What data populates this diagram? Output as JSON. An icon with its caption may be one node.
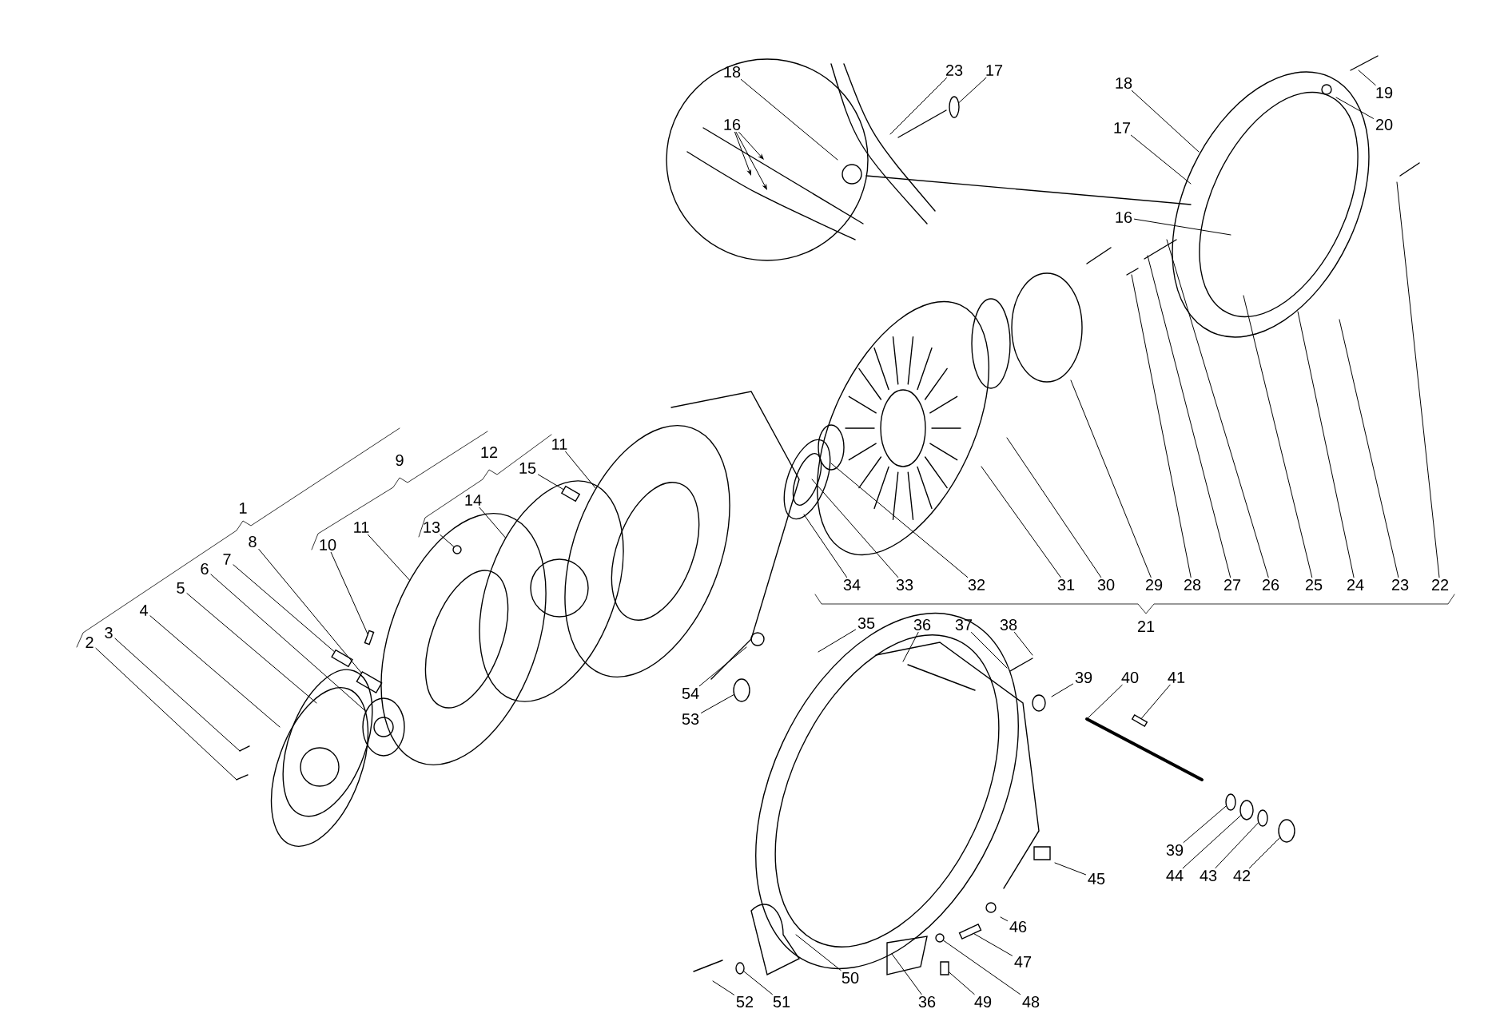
{
  "diagram": {
    "nodes": [
      {
        "text": [
          "18"
        ]
      },
      {
        "text": [
          "23"
        ]
      },
      {
        "text": [
          "17"
        ]
      },
      {
        "text": [
          "18"
        ]
      },
      {
        "text": [
          "19"
        ]
      },
      {
        "text": [
          "16"
        ]
      },
      {
        "text": [
          "20"
        ]
      },
      {
        "text": [
          "17"
        ]
      },
      {
        "text": [
          "16"
        ]
      },
      {
        "text": [
          "11"
        ]
      },
      {
        "text": [
          "15"
        ]
      },
      {
        "text": [
          "14"
        ]
      },
      {
        "text": [
          "11"
        ]
      },
      {
        "text": [
          "13"
        ]
      },
      {
        "text": [
          "8"
        ]
      },
      {
        "text": [
          "10"
        ]
      },
      {
        "text": [
          "7"
        ]
      },
      {
        "text": [
          "6"
        ]
      },
      {
        "text": [
          "5"
        ]
      },
      {
        "text": [
          "4"
        ]
      },
      {
        "text": [
          "3"
        ]
      },
      {
        "text": [
          "2"
        ]
      },
      {
        "text": [
          "34"
        ]
      },
      {
        "text": [
          "33"
        ]
      },
      {
        "text": [
          "32"
        ]
      },
      {
        "text": [
          "31"
        ]
      },
      {
        "text": [
          "30"
        ]
      },
      {
        "text": [
          "29"
        ]
      },
      {
        "text": [
          "28"
        ]
      },
      {
        "text": [
          "27"
        ]
      },
      {
        "text": [
          "26"
        ]
      },
      {
        "text": [
          "25"
        ]
      },
      {
        "text": [
          "24"
        ]
      },
      {
        "text": [
          "23"
        ]
      },
      {
        "text": [
          "22"
        ]
      },
      {
        "text": [
          "35"
        ]
      },
      {
        "text": [
          "36"
        ]
      },
      {
        "text": [
          "37"
        ]
      },
      {
        "text": [
          "38"
        ]
      },
      {
        "text": [
          "39"
        ]
      },
      {
        "text": [
          "40"
        ]
      },
      {
        "text": [
          "41"
        ]
      },
      {
        "text": [
          "54"
        ]
      },
      {
        "text": [
          "53"
        ]
      },
      {
        "text": [
          "39"
        ]
      },
      {
        "text": [
          "45"
        ]
      },
      {
        "text": [
          "44"
        ]
      },
      {
        "text": [
          "43"
        ]
      },
      {
        "text": [
          "42"
        ]
      },
      {
        "text": [
          "46"
        ]
      },
      {
        "text": [
          "47"
        ]
      },
      {
        "text": [
          "50"
        ]
      },
      {
        "text": [
          "36"
        ]
      },
      {
        "text": [
          "49"
        ]
      },
      {
        "text": [
          "48"
        ]
      },
      {
        "text": [
          "52"
        ]
      },
      {
        "text": [
          "51"
        ]
      },
      {
        "text": [],
        "shape": "circle"
      },
      {
        "text": [],
        "shape": "bar"
      },
      {
        "text": [],
        "shape": "circle"
      },
      {
        "text": [],
        "shape": "circle"
      },
      {
        "text": [],
        "shape": "circle"
      },
      {
        "text": [],
        "shape": "circle"
      },
      {
        "text": [],
        "shape": "circle"
      },
      {
        "text": [],
        "shape": "bar"
      },
      {
        "text": [],
        "shape": "bar"
      },
      {
        "text": [],
        "shape": "circle"
      },
      {
        "text": [],
        "shape": "bar"
      },
      {
        "text": [],
        "shape": "circle",
        "in": 71
      },
      {
        "text": [],
        "shape": "bar"
      },
      {
        "text": [],
        "shape": "circle"
      },
      {
        "text": [],
        "shape": "circle"
      },
      {
        "text": [],
        "shape": "circle"
      },
      {
        "text": [],
        "shape": "circle"
      },
      {
        "text": [],
        "shape": "bar"
      },
      {
        "text": [],
        "shape": "circle"
      },
      {
        "text": [],
        "shape": "bar",
        "in": 73
      }
    ],
    "edges": [
      {
        "from": 0,
        "to": null,
        "arrow": "none"
      },
      {
        "from": 1,
        "to": null,
        "arrow": "none"
      },
      {
        "from": 2,
        "to": 57,
        "arrow": "none"
      },
      {
        "from": 3,
        "to": null,
        "arrow": "none"
      },
      {
        "from": 4,
        "to": null,
        "arrow": "none"
      },
      {
        "from": 5,
        "to": null,
        "arrow": "to"
      },
      {
        "from": 5,
        "to": null,
        "arrow": "to"
      },
      {
        "from": 5,
        "to": null,
        "arrow": "to"
      },
      {
        "from": 6,
        "to": null,
        "arrow": "none"
      },
      {
        "from": 7,
        "to": null,
        "arrow": "none"
      },
      {
        "from": 8,
        "to": null,
        "arrow": "none"
      },
      {
        "from": 9,
        "to": 75,
        "arrow": "none"
      },
      {
        "from": 10,
        "to": 76,
        "arrow": "none"
      },
      {
        "from": 11,
        "to": 73,
        "arrow": "none"
      },
      {
        "from": 12,
        "to": 71,
        "arrow": "none"
      },
      {
        "from": 13,
        "to": 68,
        "arrow": "none"
      },
      {
        "from": 14,
        "to": 69,
        "arrow": "none"
      },
      {
        "from": 15,
        "to": 74,
        "arrow": "none"
      },
      {
        "from": 16,
        "to": 67,
        "arrow": "none"
      },
      {
        "from": 17,
        "to": 72,
        "arrow": "none"
      },
      {
        "from": 18,
        "to": null,
        "arrow": "none"
      },
      {
        "from": 19,
        "to": null,
        "arrow": "none"
      },
      {
        "from": 20,
        "to": null,
        "arrow": "none"
      },
      {
        "from": 21,
        "to": null,
        "arrow": "none"
      },
      {
        "from": 22,
        "to": null,
        "arrow": "none"
      },
      {
        "from": 23,
        "to": null,
        "arrow": "none"
      },
      {
        "from": 24,
        "to": null,
        "arrow": "none"
      },
      {
        "from": 25,
        "to": null,
        "arrow": "none"
      },
      {
        "from": 26,
        "to": null,
        "arrow": "none"
      },
      {
        "from": 27,
        "to": null,
        "arrow": "none"
      },
      {
        "from": 28,
        "to": null,
        "arrow": "none"
      },
      {
        "from": 29,
        "to": null,
        "arrow": "none"
      },
      {
        "from": 30,
        "to": null,
        "arrow": "none"
      },
      {
        "from": 31,
        "to": null,
        "arrow": "none"
      },
      {
        "from": 32,
        "to": null,
        "arrow": "none"
      },
      {
        "from": 33,
        "to": null,
        "arrow": "none"
      },
      {
        "from": 34,
        "to": null,
        "arrow": "none"
      },
      {
        "from": 35,
        "to": null,
        "arrow": "none"
      },
      {
        "from": 36,
        "to": null,
        "arrow": "none"
      },
      {
        "from": 37,
        "to": null,
        "arrow": "none"
      },
      {
        "from": 38,
        "to": null,
        "arrow": "none"
      },
      {
        "from": 39,
        "to": null,
        "arrow": "none"
      },
      {
        "from": 40,
        "to": null,
        "arrow": "none"
      },
      {
        "from": 41,
        "to": 58,
        "arrow": "none"
      },
      {
        "from": 42,
        "to": null,
        "arrow": "none"
      },
      {
        "from": 43,
        "to": 59,
        "arrow": "none"
      },
      {
        "from": 44,
        "to": 60,
        "arrow": "none"
      },
      {
        "from": 45,
        "to": null,
        "arrow": "none"
      },
      {
        "from": 46,
        "to": 61,
        "arrow": "none"
      },
      {
        "from": 47,
        "to": 62,
        "arrow": "none"
      },
      {
        "from": 48,
        "to": 63,
        "arrow": "none"
      },
      {
        "from": 49,
        "to": null,
        "arrow": "none"
      },
      {
        "from": 50,
        "to": 64,
        "arrow": "none"
      },
      {
        "from": 51,
        "to": null,
        "arrow": "none"
      },
      {
        "from": 52,
        "to": null,
        "arrow": "none"
      },
      {
        "from": 53,
        "to": 65,
        "arrow": "none"
      },
      {
        "from": 54,
        "to": 70,
        "arrow": "none"
      },
      {
        "from": 55,
        "to": null,
        "arrow": "none"
      },
      {
        "from": 56,
        "to": 66,
        "arrow": "none"
      }
    ],
    "labels": [
      "1",
      "9",
      "12",
      "21"
    ]
  }
}
